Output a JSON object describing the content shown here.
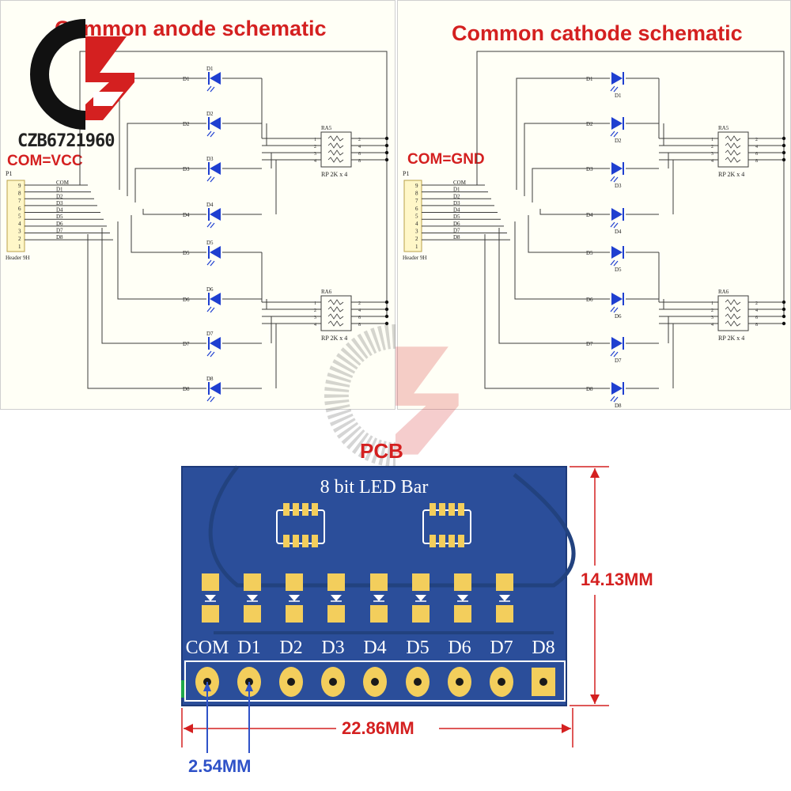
{
  "watermark": {
    "text": "CZB6721960"
  },
  "left_schematic": {
    "title": "Common anode schematic",
    "com_label": "COM=VCC",
    "header_label": "P1",
    "header_name": "Header 9H",
    "header_pins": [
      "9",
      "8",
      "7",
      "6",
      "5",
      "4",
      "3",
      "2",
      "1"
    ],
    "net_labels": [
      "COM",
      "D1",
      "D2",
      "D3",
      "D4",
      "D5",
      "D6",
      "D7",
      "D8"
    ],
    "leds": [
      "D1",
      "D2",
      "D3",
      "D4",
      "D5",
      "D6",
      "D7",
      "D8"
    ],
    "resistor_packs": [
      {
        "ref": "RA5",
        "value": "RP 2K x 4",
        "left_pins": [
          "1",
          "2",
          "3",
          "4"
        ],
        "right_pins": [
          "2",
          "4",
          "6",
          "8"
        ]
      },
      {
        "ref": "RA6",
        "value": "RP 2K x 4",
        "left_pins": [
          "1",
          "2",
          "3",
          "4"
        ],
        "right_pins": [
          "2",
          "4",
          "6",
          "8"
        ]
      }
    ]
  },
  "right_schematic": {
    "title": "Common cathode schematic",
    "com_label": "COM=GND",
    "header_label": "P1",
    "header_name": "Header 9H",
    "header_pins": [
      "9",
      "8",
      "7",
      "6",
      "5",
      "4",
      "3",
      "2",
      "1"
    ],
    "net_labels": [
      "COM",
      "D1",
      "D2",
      "D3",
      "D4",
      "D5",
      "D6",
      "D7",
      "D8"
    ],
    "leds": [
      "D1",
      "D2",
      "D3",
      "D4",
      "D5",
      "D6",
      "D7",
      "D8"
    ],
    "resistor_packs": [
      {
        "ref": "RA5",
        "value": "RP 2K x 4",
        "left_pins": [
          "1",
          "2",
          "3",
          "4"
        ],
        "right_pins": [
          "2",
          "4",
          "6",
          "8"
        ]
      },
      {
        "ref": "RA6",
        "value": "RP 2K x 4",
        "left_pins": [
          "1",
          "2",
          "3",
          "4"
        ],
        "right_pins": [
          "2",
          "4",
          "6",
          "8"
        ]
      }
    ]
  },
  "pcb": {
    "section_title": "PCB",
    "board_title": "8 bit LED Bar",
    "pin_labels": [
      "COM",
      "D1",
      "D2",
      "D3",
      "D4",
      "D5",
      "D6",
      "D7",
      "D8"
    ],
    "dim_height": "14.13MM",
    "dim_width": "22.86MM",
    "dim_pitch": "2.54MM"
  },
  "colors": {
    "title_red": "#d42020",
    "board_blue": "#2b4e9a",
    "pad_gold": "#f3ce5c",
    "led_blue": "#1f3fd0",
    "wire": "#3c3c3c",
    "pitch_blue": "#2f52c8"
  }
}
